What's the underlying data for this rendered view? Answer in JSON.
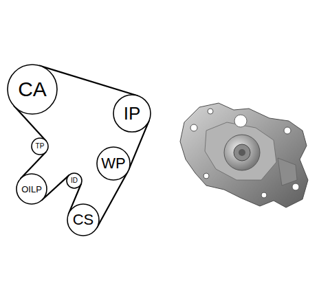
{
  "diagram": {
    "nodes": [
      {
        "text": [
          "CA"
        ]
      },
      {
        "text": [
          "IP"
        ]
      },
      {
        "text": [
          "TP"
        ]
      },
      {
        "text": [
          "WP"
        ]
      },
      {
        "text": [
          "OILP"
        ]
      },
      {
        "text": [
          "ID"
        ]
      },
      {
        "text": [
          "CS"
        ]
      }
    ],
    "edges": [
      {
        "from": 0,
        "to": 1,
        "arrow": "none"
      },
      {
        "from": 1,
        "to": 3,
        "arrow": "none"
      },
      {
        "from": 3,
        "to": 6,
        "arrow": "none"
      },
      {
        "from": 6,
        "to": 5,
        "arrow": "none"
      },
      {
        "from": 5,
        "to": 4,
        "arrow": "none"
      },
      {
        "from": 4,
        "to": 2,
        "arrow": "none"
      },
      {
        "from": 2,
        "to": 0,
        "arrow": "none"
      }
    ]
  }
}
